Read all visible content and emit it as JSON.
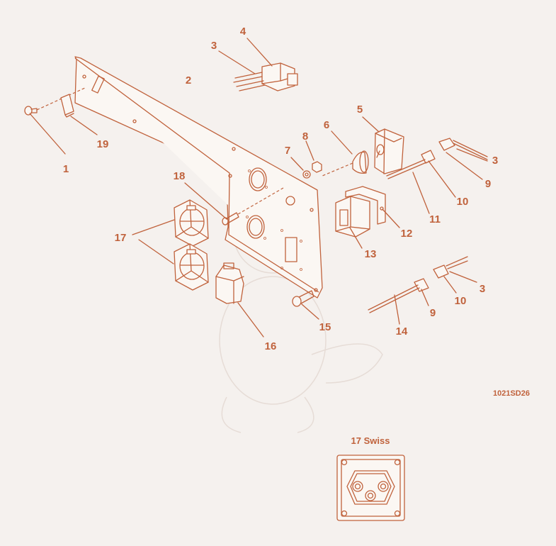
{
  "labels": {
    "p1": "1",
    "p2": "2",
    "p3a": "3",
    "p3b": "3",
    "p3c": "3",
    "p4": "4",
    "p5": "5",
    "p6": "6",
    "p7": "7",
    "p8": "8",
    "p9a": "9",
    "p9b": "9",
    "p10a": "10",
    "p10b": "10",
    "p11": "11",
    "p12": "12",
    "p13": "13",
    "p14": "14",
    "p15": "15",
    "p16": "16",
    "p17": "17",
    "p18": "18",
    "p19": "19"
  },
  "drawing_code": "1021SD26",
  "inset_title": "17 Swiss",
  "colors": {
    "line": "#c0623c",
    "background": "#f5f1ee"
  }
}
